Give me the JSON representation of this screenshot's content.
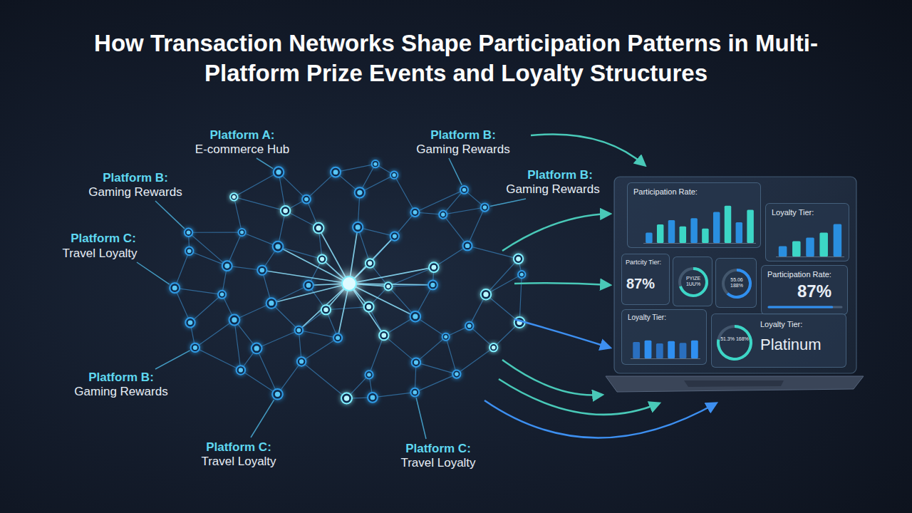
{
  "diagram": {
    "title": "How Transaction Networks Shape Participation Patterns in Multi-Platform Prize Events and Loyalty Structures",
    "nodes": [
      {
        "text": [
          "Participation Rate:"
        ]
      },
      {
        "text": [
          "Loyalty Tier:"
        ]
      },
      {
        "text": [
          "Partcity Tier:",
          "87%"
        ]
      },
      {
        "text": [
          "PYIZE 1UU%"
        ]
      },
      {
        "text": [
          "55.06 188%"
        ]
      },
      {
        "text": [
          "Participation Rate:",
          "87%"
        ]
      },
      {
        "text": [
          "Loyalty Tier:"
        ]
      },
      {
        "text": [
          "51.3% 168%",
          "Loyalty Tier:",
          "Platinum"
        ]
      }
    ],
    "labels": [
      "Platform A:",
      "E-commerce Hub",
      "Platform B:",
      "Gaming Rewards",
      "Platform B:",
      "Gaming Rewards",
      "Platform B:",
      "Gaming Rewards",
      "Platform C:",
      "Travel Loyalty",
      "Platform B:",
      "Gaming Rewards",
      "Platform C:",
      "Travel Loyalty",
      "Platform C:",
      "Travel Loyalty"
    ]
  }
}
